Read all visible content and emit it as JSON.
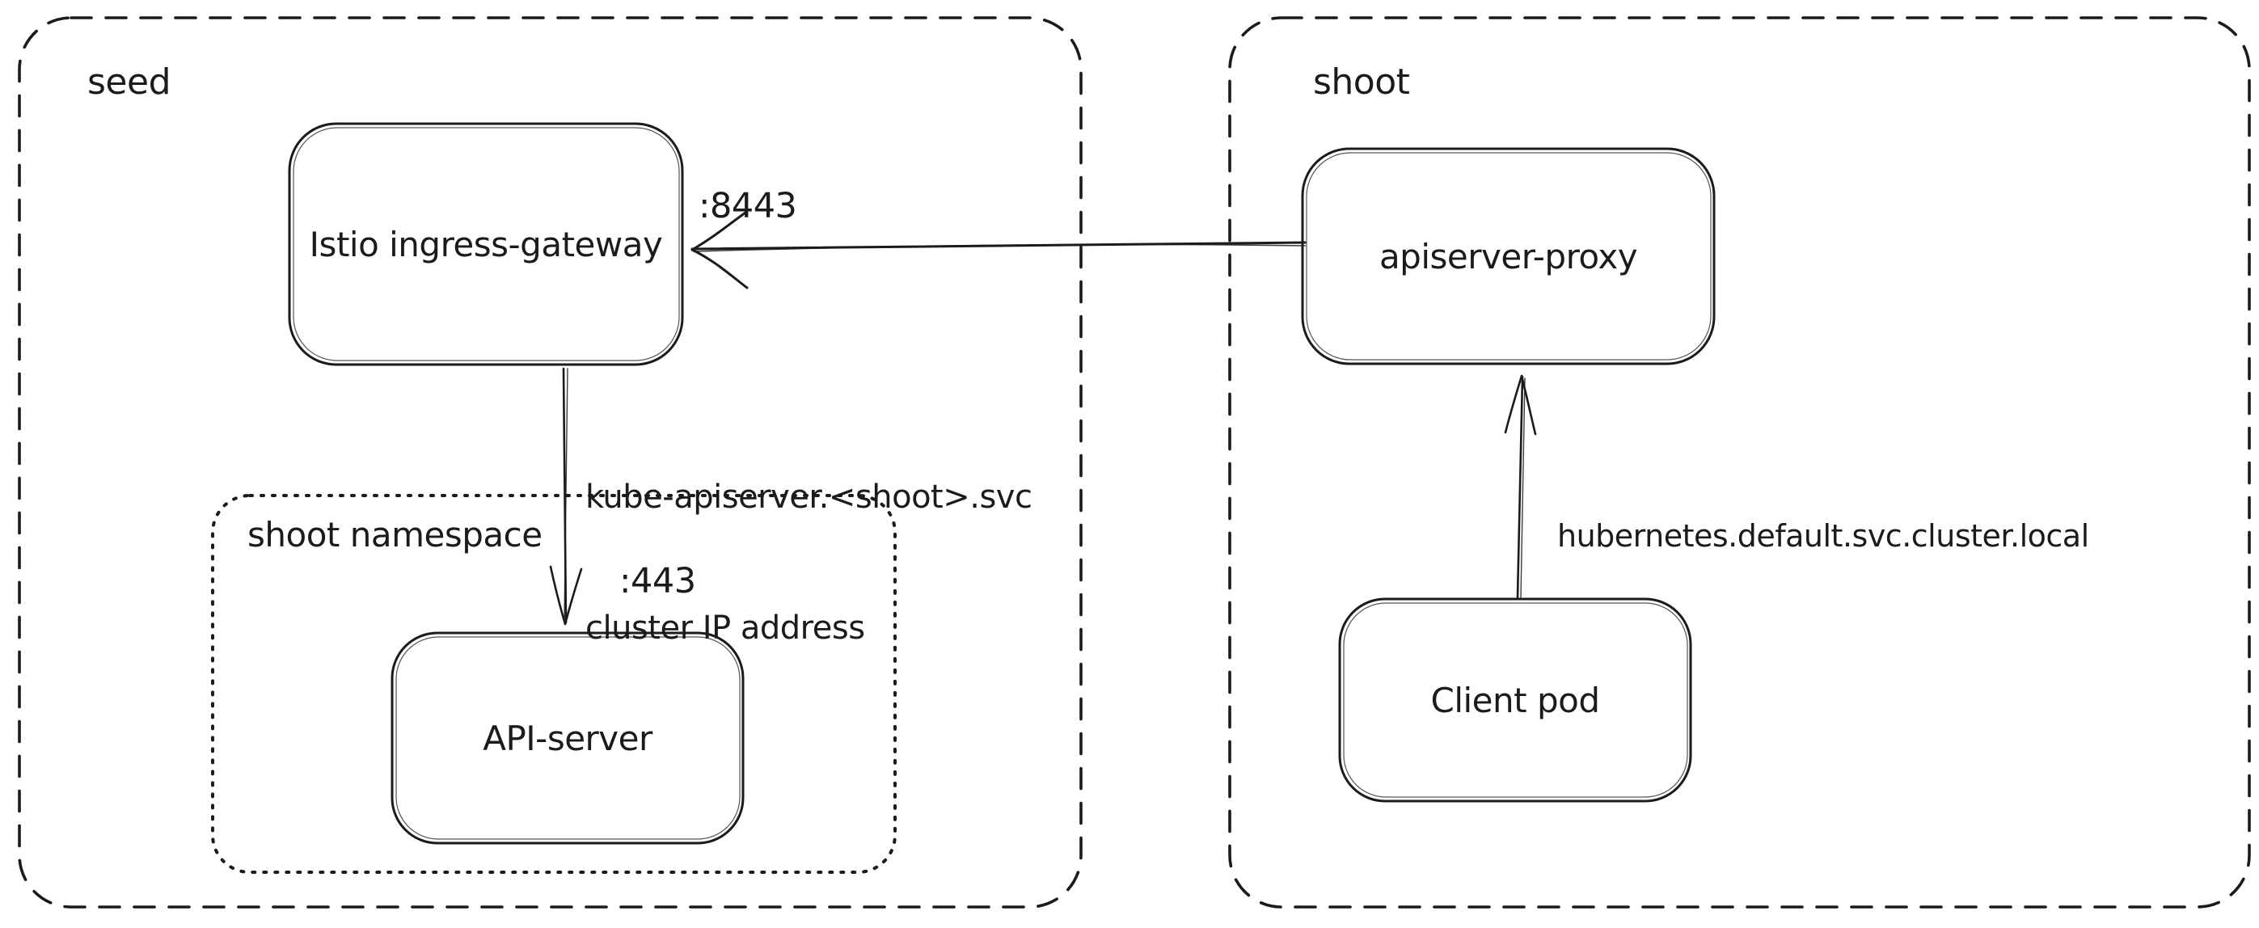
{
  "diagram": {
    "type": "architecture-sketch",
    "background": "#ffffff",
    "stroke_color": "#1b1b1b",
    "containers": {
      "seed": {
        "label": "seed",
        "style": "dashed"
      },
      "shoot": {
        "label": "shoot",
        "style": "dashed"
      },
      "shoot_namespace": {
        "label": "shoot namespace",
        "style": "dotted"
      }
    },
    "nodes": {
      "istio_ingress_gateway": {
        "label": "Istio ingress-gateway"
      },
      "api_server": {
        "label": "API-server"
      },
      "apiserver_proxy": {
        "label": "apiserver-proxy"
      },
      "client_pod": {
        "label": "Client pod"
      }
    },
    "edges": {
      "apiserver_proxy_to_istio": {
        "from": "apiserver-proxy",
        "to": "Istio ingress-gateway",
        "port": ":8443"
      },
      "istio_to_api_server": {
        "from": "Istio ingress-gateway",
        "to": "API-server",
        "dns": "kube-apiserver.<shoot>.svc",
        "note": "cluster IP address",
        "port": ":443"
      },
      "client_pod_to_apiserver_proxy": {
        "from": "Client pod",
        "to": "apiserver-proxy",
        "dns": "hubernetes.default.svc.cluster.local"
      }
    }
  }
}
